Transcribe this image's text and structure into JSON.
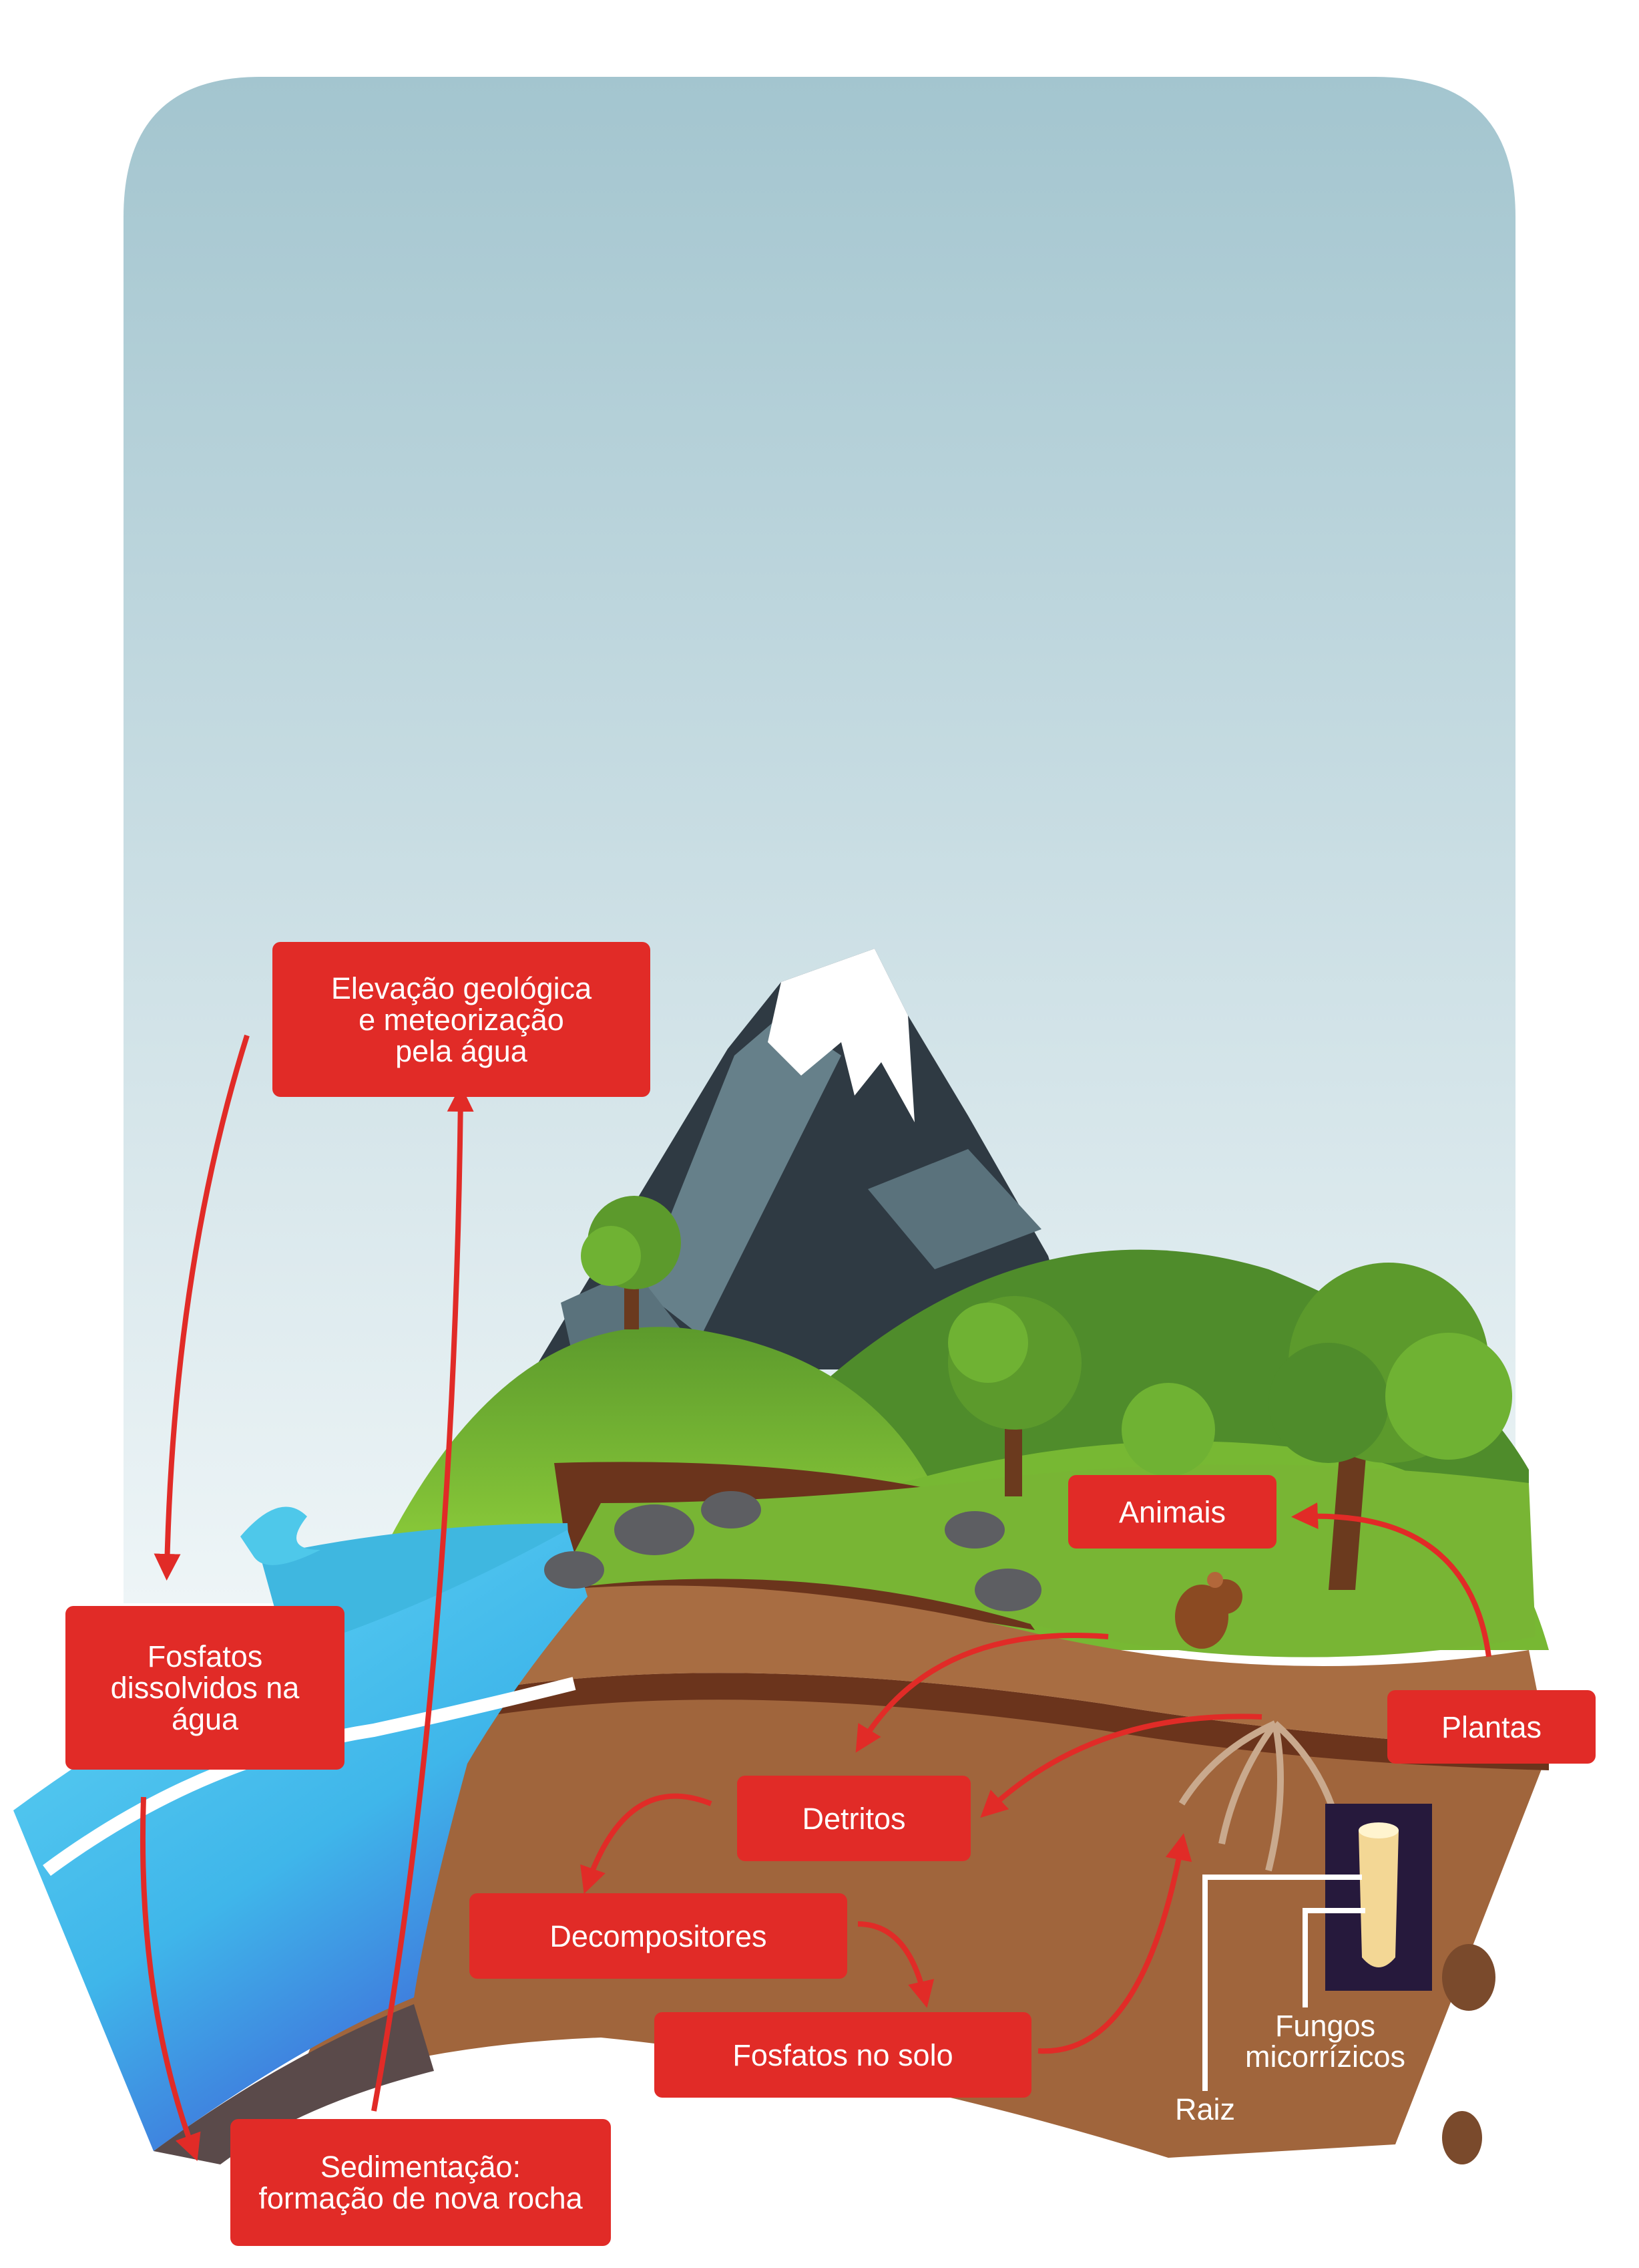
{
  "diagram": {
    "labels": {
      "elevacao": "Elevação geológica\ne meteorização\npela água",
      "fosfatos_agua": "Fosfatos\ndissolvidos na\nágua",
      "sedimentacao": "Sedimentação:\nformação de nova rocha",
      "animais": "Animais",
      "plantas": "Plantas",
      "detritos": "Detritos",
      "decompositores": "Decompositores",
      "fosfatos_solo": "Fosfatos no solo",
      "fungos": "Fungos\nmicorrízicos",
      "raiz": "Raiz"
    },
    "colors": {
      "label_red": "#e12b27",
      "arrow_red": "#e12b27",
      "sky_top": "#a3c5cf",
      "sky_bottom": "#eef5f7",
      "grass": "#6fad2b",
      "soil": "#a0653c",
      "water": "#4ec8ea",
      "mountain": "#3b4850",
      "snow": "#ffffff"
    }
  }
}
